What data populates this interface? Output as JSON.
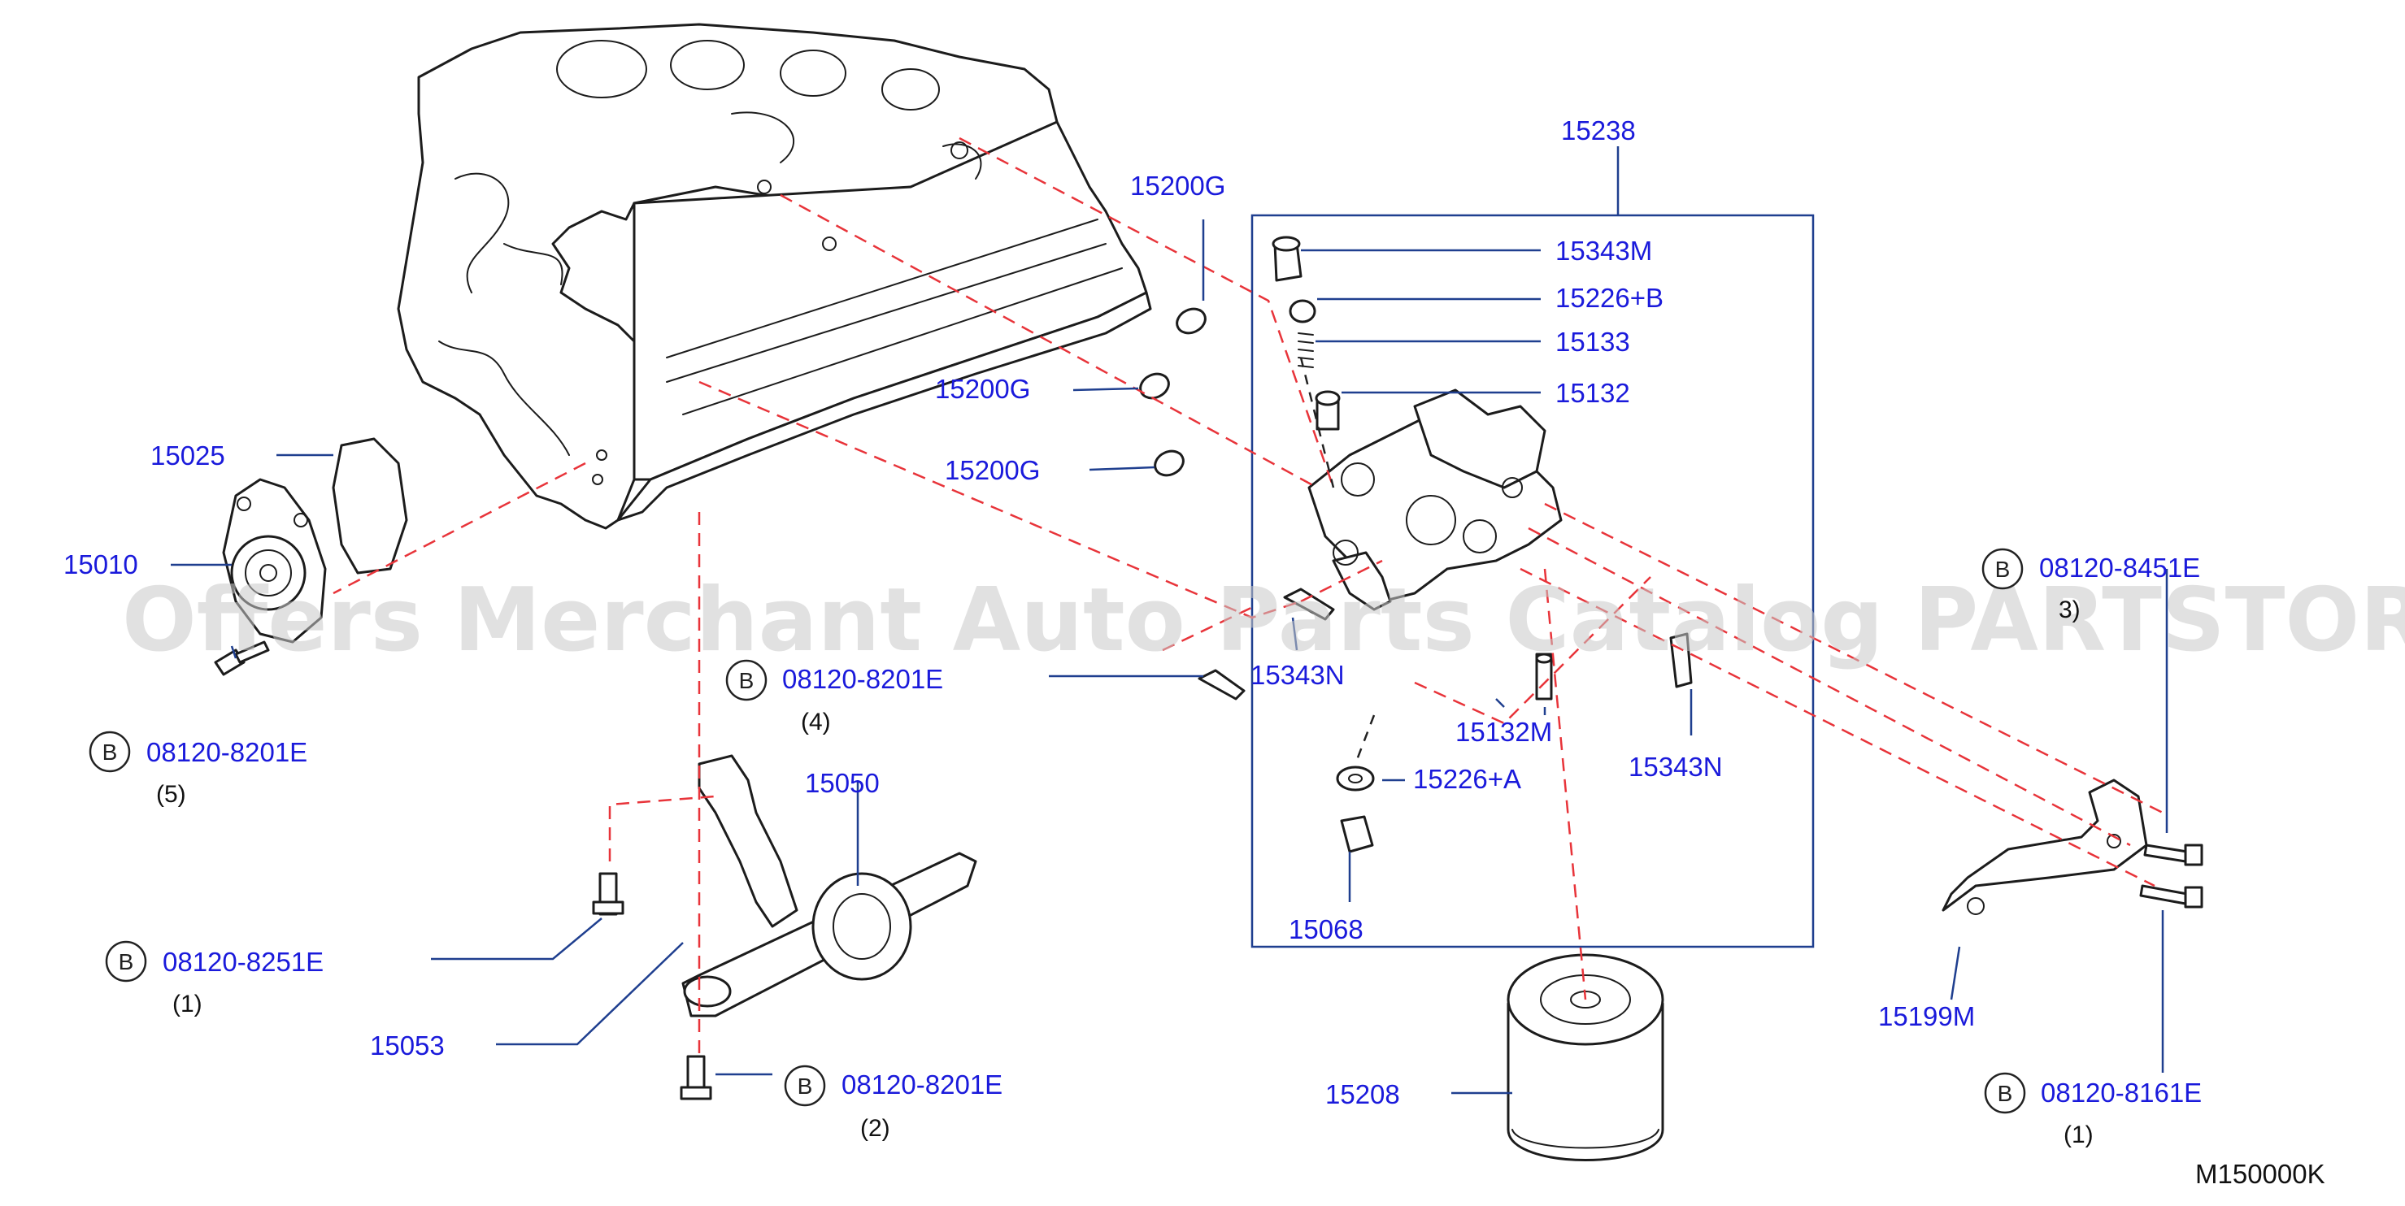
{
  "watermark": "Offers Merchant Auto Parts Catalog PARTSTORE.SA",
  "diagram_code": "M150000K",
  "bolt_badge": "B",
  "labels": {
    "p15238": "15238",
    "p15200g_top": "15200G",
    "p15200g_mid": "15200G",
    "p15200g_low": "15200G",
    "p15343m": "15343M",
    "p15226b": "15226+B",
    "p15133": "15133",
    "p15132": "15132",
    "p15025": "15025",
    "p15010": "15010",
    "p15343n_a": "15343N",
    "p15132m": "15132M",
    "p15343n_b": "15343N",
    "p15226a": "15226+A",
    "p15068": "15068",
    "p15050": "15050",
    "p15053": "15053",
    "p15208": "15208",
    "p15199m": "15199M"
  },
  "bolts": {
    "b1": {
      "code": "08120-8201E",
      "qty": "(5)"
    },
    "b2": {
      "code": "08120-8201E",
      "qty": "(4)"
    },
    "b3": {
      "code": "08120-8251E",
      "qty": "(1)"
    },
    "b4": {
      "code": "08120-8201E",
      "qty": "(2)"
    },
    "b5": {
      "code": "08120-8451E",
      "qty": "3)"
    },
    "b6": {
      "code": "08120-8161E",
      "qty": "(1)"
    }
  }
}
